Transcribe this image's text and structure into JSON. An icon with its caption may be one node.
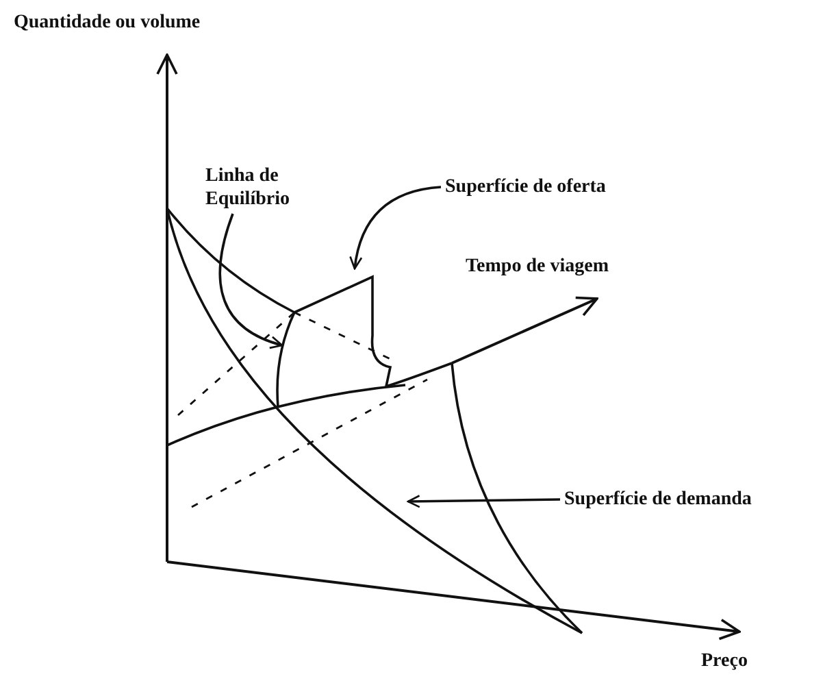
{
  "diagram": {
    "nodes": [
      {
        "text": [
          "Linha de Equilíbrio"
        ]
      },
      {
        "text": [
          "Superfície de oferta"
        ]
      },
      {
        "text": [
          "Superfície de demanda"
        ]
      }
    ],
    "edges": [
      {
        "from": 0,
        "to": null,
        "arrow": "to"
      },
      {
        "from": 1,
        "to": null,
        "arrow": "to"
      },
      {
        "from": 2,
        "to": null,
        "arrow": "to"
      }
    ],
    "labels": [
      "Quantidade ou volume",
      "Tempo de viagem",
      "Preço"
    ]
  }
}
